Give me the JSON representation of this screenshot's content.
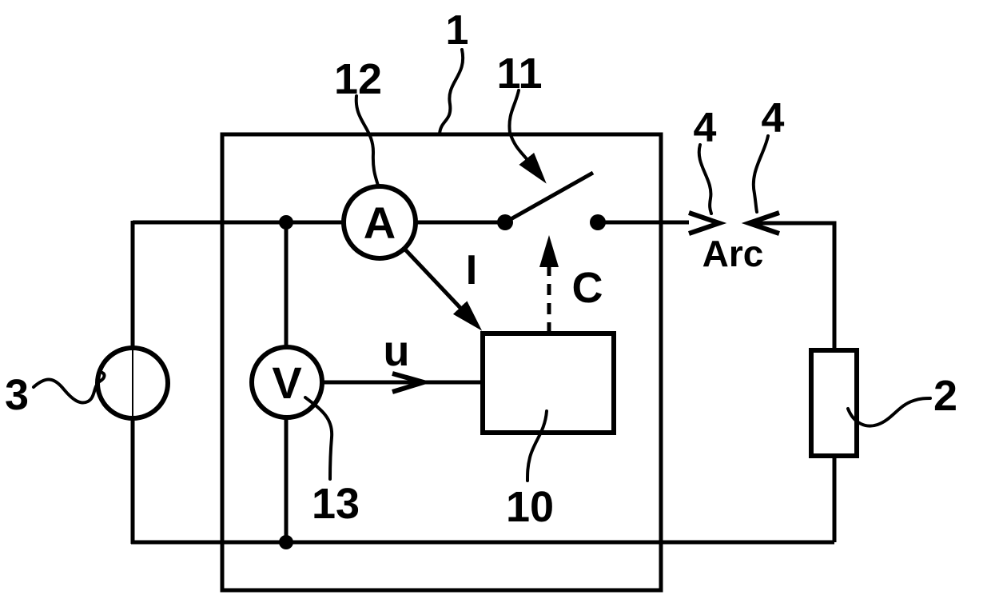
{
  "figure": {
    "type": "patent-style circuit diagram of an arc measurement/control system",
    "colors": {
      "ink": "#000000",
      "background": "#ffffff"
    },
    "labels": {
      "ref1": "1",
      "ref2": "2",
      "ref3": "3",
      "ref4_left": "4",
      "ref4_right": "4",
      "ref10": "10",
      "ref11": "11",
      "ref12": "12",
      "ref13": "13"
    },
    "symbols": {
      "ammeter": "A",
      "voltmeter": "V"
    },
    "annotations": {
      "arc": "Arc",
      "current_signal": "I",
      "voltage_signal": "u",
      "command_signal": "C"
    }
  }
}
